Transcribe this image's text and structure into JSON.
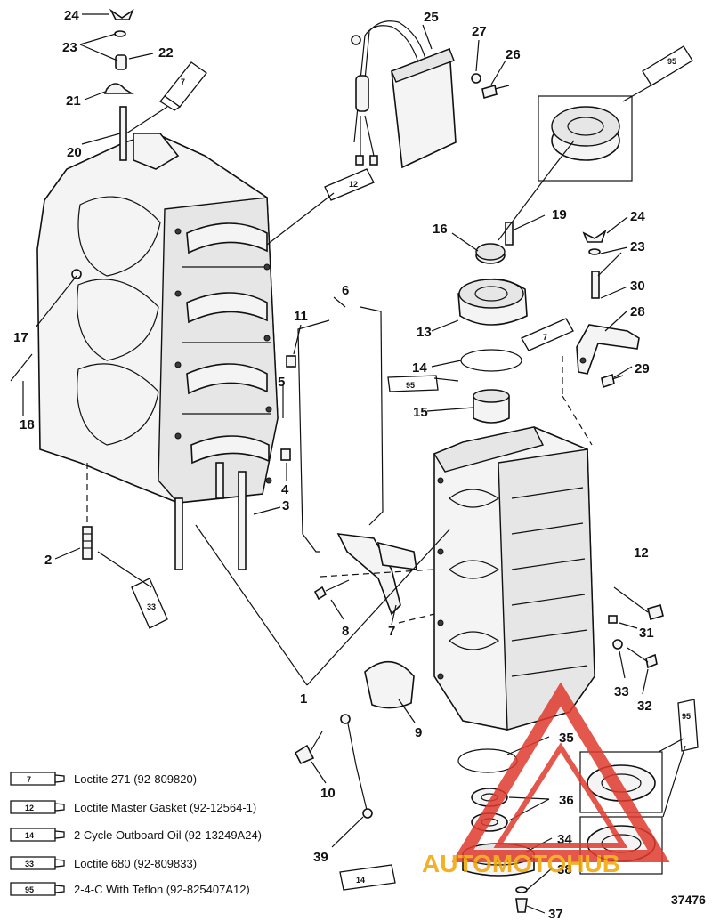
{
  "callouts": {
    "c24a": "24",
    "c23a": "23",
    "c22": "22",
    "c21": "21",
    "c20": "20",
    "c25": "25",
    "c27": "27",
    "c26": "26",
    "c17": "17",
    "c18": "18",
    "c6": "6",
    "c11": "11",
    "c5": "5",
    "c4": "4",
    "c3": "3",
    "c2": "2",
    "c19": "19",
    "c16": "16",
    "c24b": "24",
    "c23b": "23",
    "c30": "30",
    "c13": "13",
    "c28": "28",
    "c29": "29",
    "c14": "14",
    "c15": "15",
    "c12": "12",
    "c31": "31",
    "c33": "33",
    "c32": "32",
    "c8": "8",
    "c7": "7",
    "c1": "1",
    "c9": "9",
    "c35": "35",
    "c36": "36",
    "c10": "10",
    "c34": "34",
    "c38": "38",
    "c39": "39",
    "c37": "37"
  },
  "tubes": {
    "t7a": "7",
    "t12a": "12",
    "t95a": "95",
    "t7b": "7",
    "t95b": "95",
    "t33": "33",
    "t95c": "95",
    "t14": "14"
  },
  "legend": [
    {
      "num": "7",
      "text": "Loctite 271 (92-809820)"
    },
    {
      "num": "12",
      "text": "Loctite Master Gasket (92-12564-1)"
    },
    {
      "num": "14",
      "text": "2 Cycle Outboard Oil (92-13249A24)"
    },
    {
      "num": "33",
      "text": "Loctite 680 (92-809833)"
    },
    {
      "num": "95",
      "text": "2-4-C  With Teflon (92-825407A12)"
    }
  ],
  "figure_number": "37476",
  "watermark": {
    "text": "AUTOMOTOHUB",
    "color": "#e03a2e",
    "accent": "#f2a400"
  }
}
